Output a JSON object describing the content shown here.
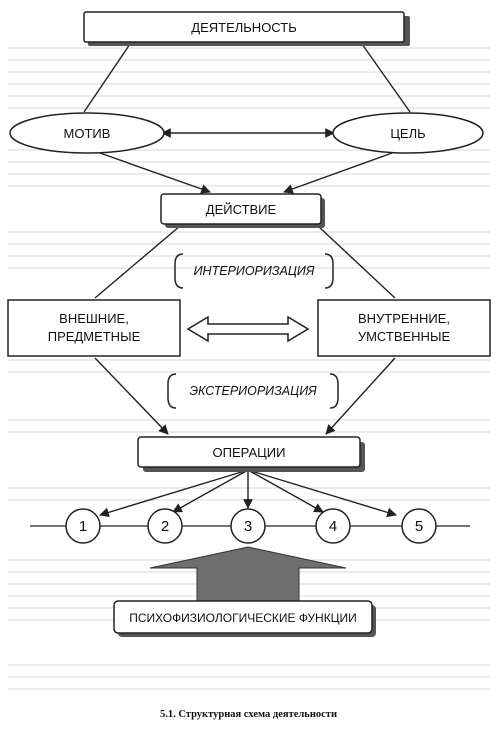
{
  "diagram": {
    "activity": "ДЕЯТЕЛЬНОСТЬ",
    "motive": "МОТИВ",
    "goal": "ЦЕЛЬ",
    "action": "ДЕЙСТВИЕ",
    "interiorization": "ИНТЕРИОРИЗАЦИЯ",
    "exteriorization": "ЭКСТЕРИОРИЗАЦИЯ",
    "external_line1": "ВНЕШНИЕ,",
    "external_line2": "ПРЕДМЕТНЫЕ",
    "internal_line1": "ВНУТРЕННИЕ,",
    "internal_line2": "УМСТВЕННЫЕ",
    "operations": "ОПЕРАЦИИ",
    "numbers": [
      "1",
      "2",
      "3",
      "4",
      "5"
    ],
    "functions": "ПСИХОФИЗИОЛОГИЧЕСКИЕ ФУНКЦИИ"
  },
  "caption": "5.1. Структурная схема деятельности"
}
